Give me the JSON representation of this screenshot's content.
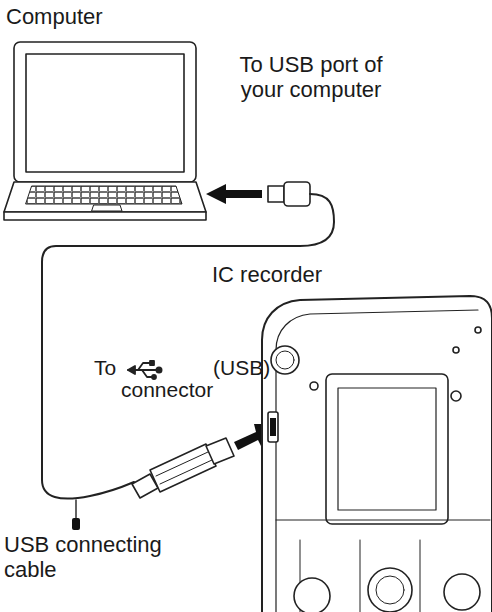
{
  "diagram": {
    "labels": [
      "Computer",
      "To USB port of your computer",
      "IC recorder",
      "To",
      "(USB)",
      "connector",
      "USB connecting cable"
    ]
  }
}
